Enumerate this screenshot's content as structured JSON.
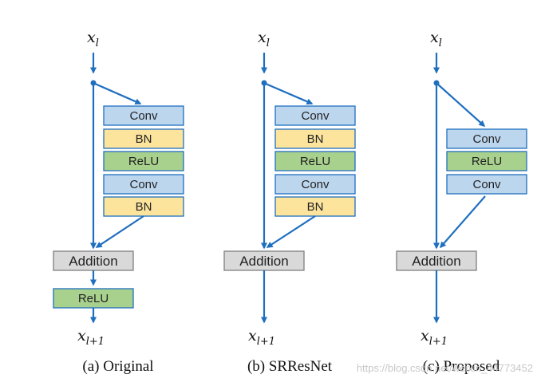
{
  "colors": {
    "conv": "#bcd6ee",
    "bn": "#fde49d",
    "relu": "#a9d18e",
    "addition": "#d9d9d9",
    "arrow": "#1f6fbf"
  },
  "input_label": {
    "base": "x",
    "sub": "l"
  },
  "output_label": {
    "base": "x",
    "sub": "l+1"
  },
  "diagrams": [
    {
      "caption": "(a) Original",
      "layers": [
        "Conv",
        "BN",
        "ReLU",
        "Conv",
        "BN"
      ],
      "addition": "Addition",
      "post": "ReLU"
    },
    {
      "caption": "(b) SRResNet",
      "layers": [
        "Conv",
        "BN",
        "ReLU",
        "Conv",
        "BN"
      ],
      "addition": "Addition"
    },
    {
      "caption": "(c) Proposed",
      "layers": [
        "Conv",
        "ReLU",
        "Conv"
      ],
      "addition": "Addition"
    }
  ],
  "watermark": "https://blog.csdn.net/weixin_44773452"
}
